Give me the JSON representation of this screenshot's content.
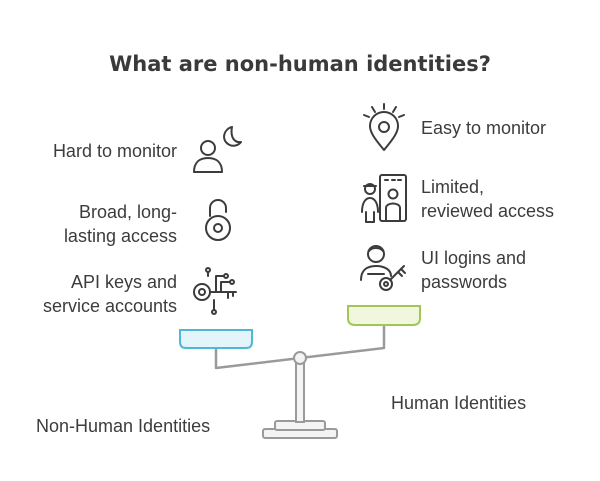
{
  "title": "What are non-human identities?",
  "non_human": {
    "label": "Non-Human Identities",
    "items": [
      {
        "text": "Hard to monitor",
        "icon": "person-moon-icon"
      },
      {
        "text": "Broad, long-\nlasting access",
        "icon": "padlock-open-icon"
      },
      {
        "text": "API keys and\nservice accounts",
        "icon": "circuit-key-icon"
      }
    ]
  },
  "human": {
    "label": "Human Identities",
    "items": [
      {
        "text": "Easy to monitor",
        "icon": "location-pin-icon"
      },
      {
        "text": "Limited,\nreviewed access",
        "icon": "badge-door-icon"
      },
      {
        "text": "UI logins and\npasswords",
        "icon": "user-key-icon"
      }
    ]
  },
  "colors": {
    "left_pan": "#4fb8d6",
    "left_pan_fill": "#e3f5fa",
    "right_pan": "#a2c653",
    "right_pan_fill": "#f1f7df",
    "scale": "#9a9a9a",
    "text": "#3c3c3c"
  }
}
